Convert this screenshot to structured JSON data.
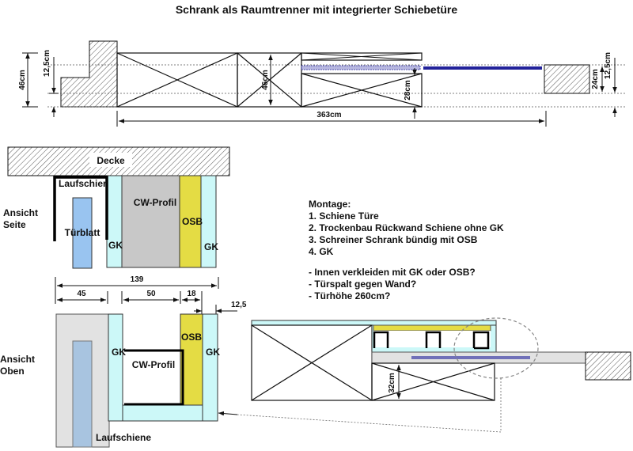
{
  "title": "Schrank als Raumtrenner mit integrierter Schiebetüre",
  "front_view": {
    "dim_height_left": "46cm",
    "dim_offset_left": "12,5cm",
    "dim_height_mid": "46cm",
    "dim_height_lower": "28cm",
    "dim_width": "363cm",
    "dim_height_right": "24cm",
    "dim_offset_right": "12,5cm"
  },
  "side_view": {
    "label_line1": "Ansicht",
    "label_line2": "Seite",
    "ceiling": "Decke",
    "rail": "Laufschier",
    "door_leaf": "Türblatt",
    "gk_left": "GK",
    "cw_profile": "CW-Profil",
    "osb": "OSB",
    "gk_right": "GK",
    "dim_total": "139",
    "dim_rail": "45",
    "dim_cw": "50",
    "dim_osb": "18",
    "dim_gk": "12,5"
  },
  "notes": {
    "heading": "Montage:",
    "steps": [
      "1. Schiene Türe",
      "2. Trockenbau Rückwand Schiene ohne GK",
      "3. Schreiner Schrank bündig mit OSB",
      "4. GK"
    ],
    "questions": [
      "- Innen verkleiden mit GK oder OSB?",
      "- Türspalt gegen Wand?",
      "- Türhöhe 260cm?"
    ]
  },
  "top_view": {
    "label_line1": "Ansicht",
    "label_line2": "Oben",
    "gk_left": "GK",
    "cw_profile": "CW-Profil",
    "osb": "OSB",
    "gk_right": "GK",
    "rail": "Laufschiene",
    "dim_depth": "32cm"
  },
  "colors": {
    "gk": "#ccf8f8",
    "cw": "#c8c8c8",
    "osb": "#e4dc44",
    "door": "#99c4f0",
    "rail_gray": "#e2e2e2",
    "door_blue_dark": "#22229a",
    "door_purple": "#7070b8"
  }
}
